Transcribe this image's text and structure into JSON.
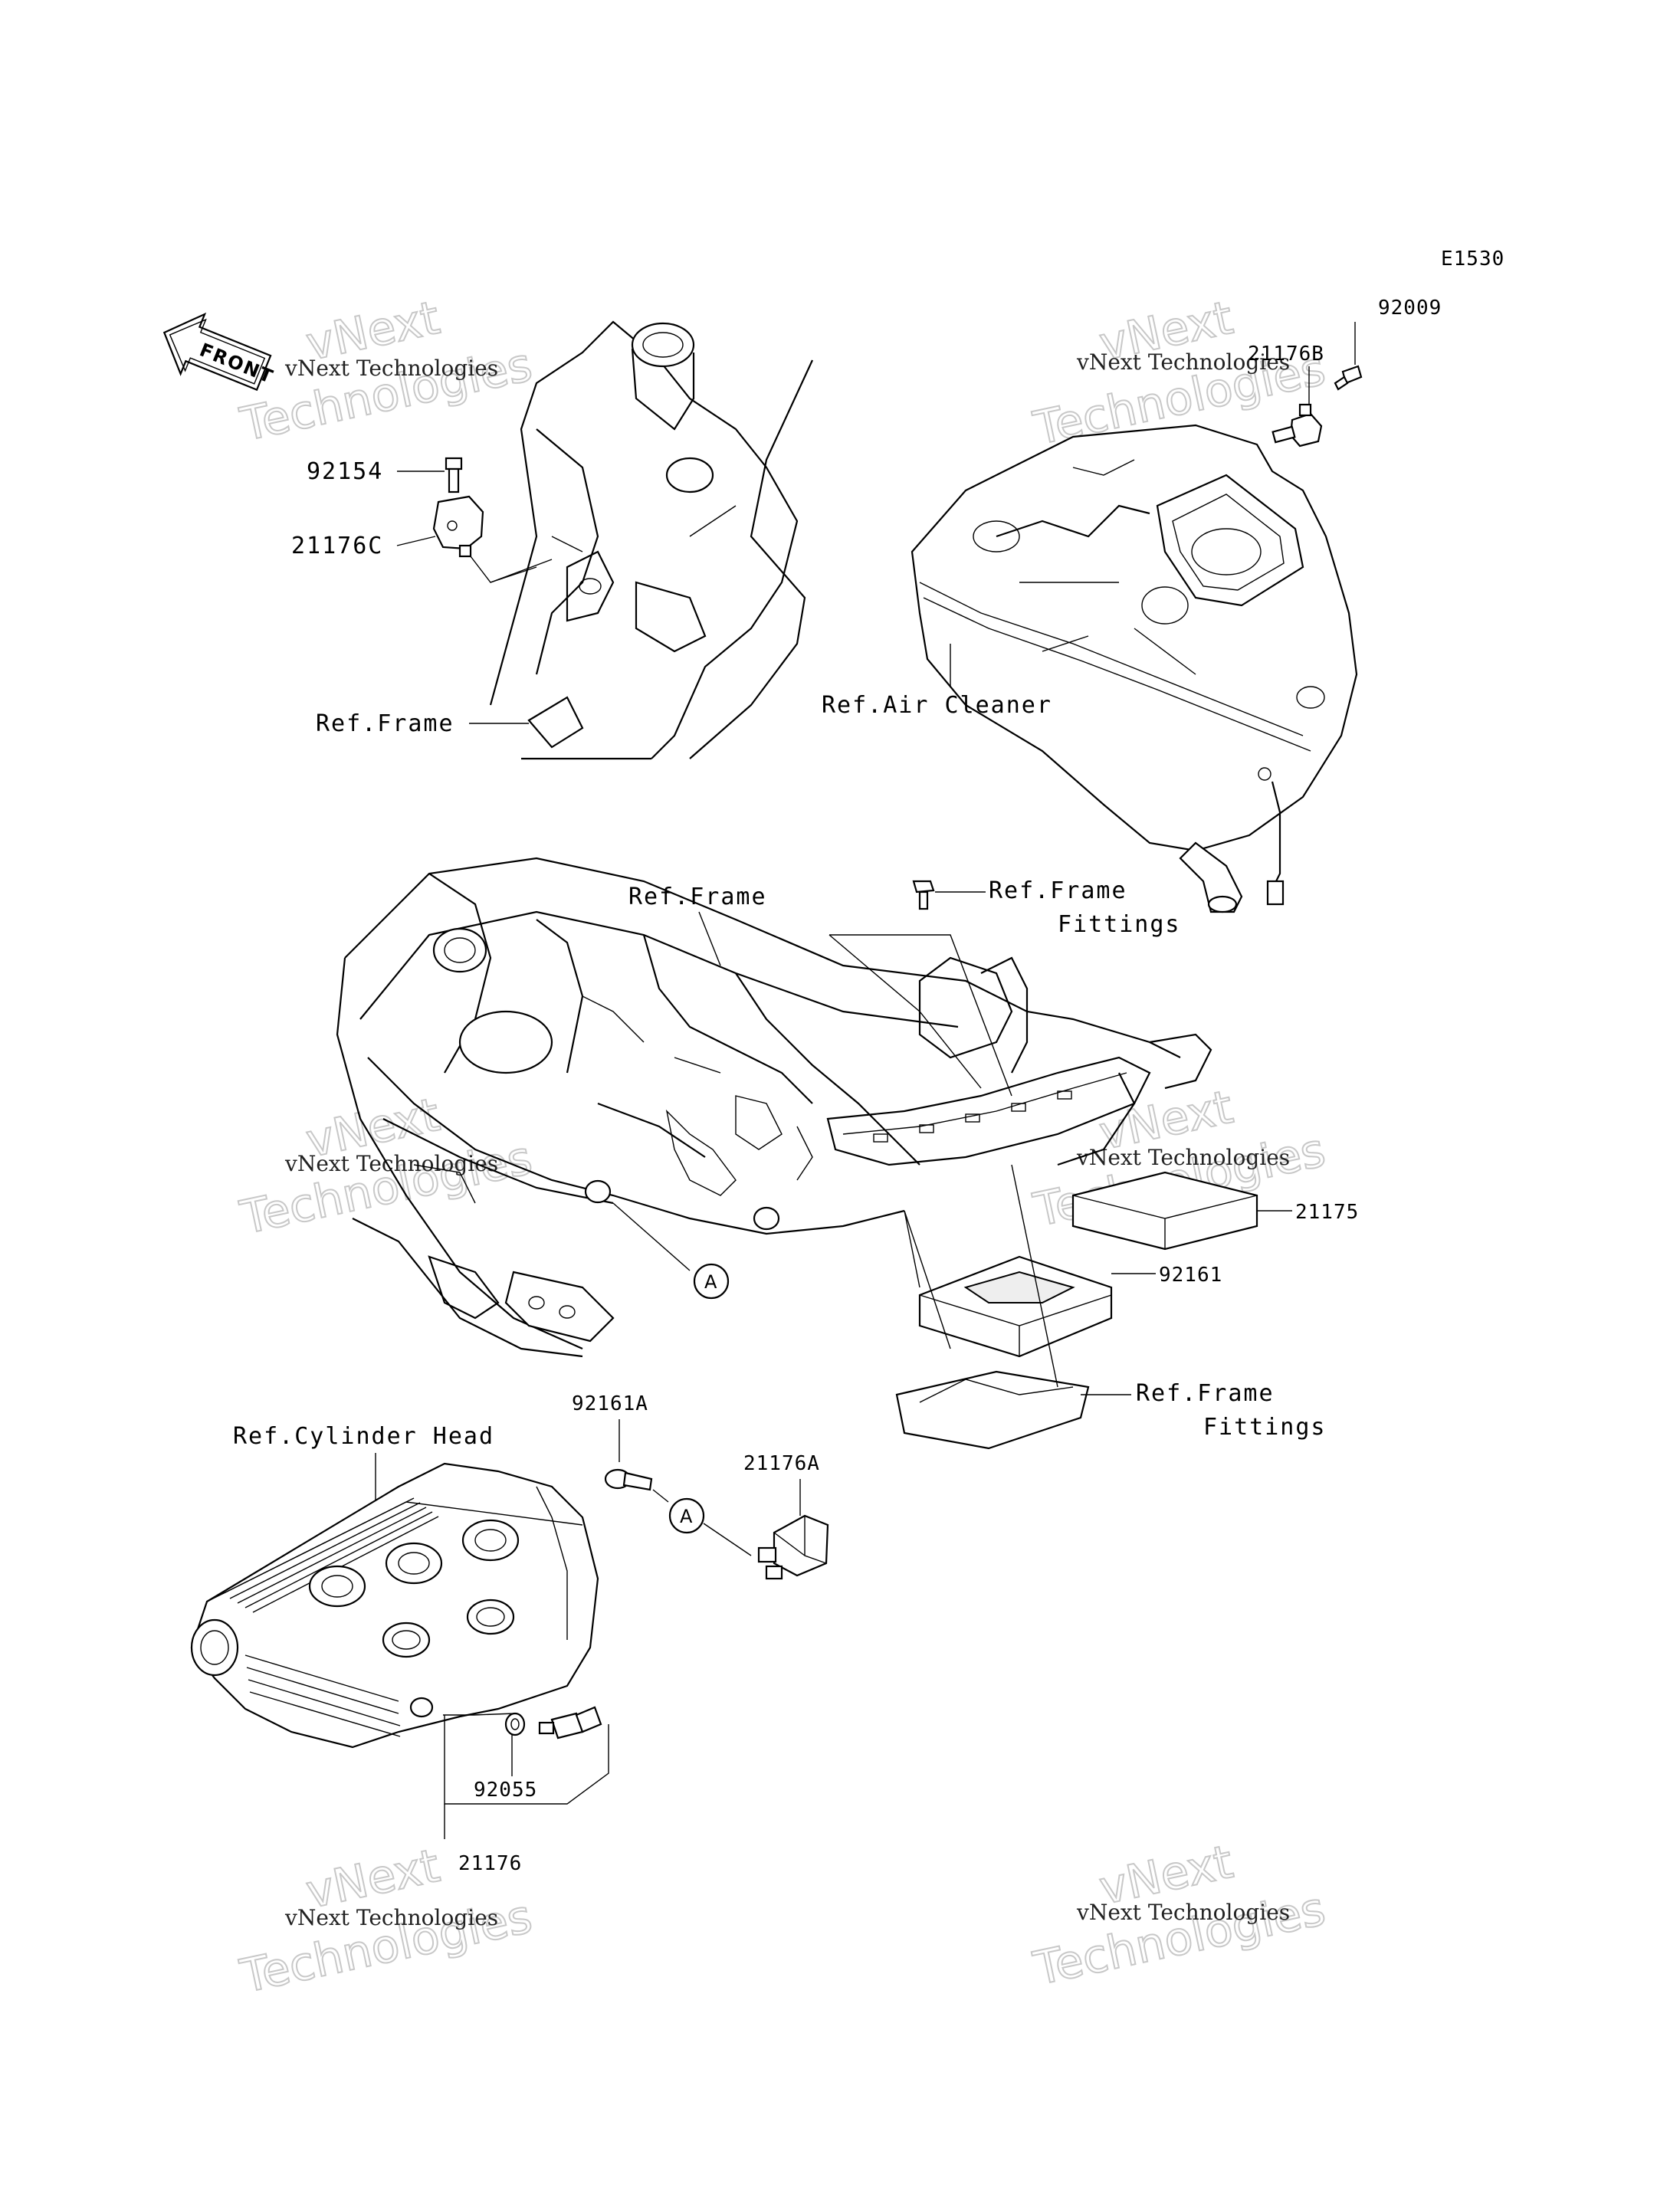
{
  "diagram_code": "E1530",
  "front_arrow_label": "FRONT",
  "callouts": {
    "p92009": "92009",
    "p21176B": "21176B",
    "p92154": "92154",
    "p21176C": "21176C",
    "p21175": "21175",
    "p92161": "92161",
    "p92161A": "92161A",
    "p21176A": "21176A",
    "p92055": "92055",
    "p21176": "21176",
    "marker_A1": "A",
    "marker_A2": "A"
  },
  "references": {
    "frame_top": "Ref.Frame",
    "air_cleaner": "Ref.Air Cleaner",
    "frame_center": "Ref.Frame",
    "frame_fittings_top_1": "Ref.Frame",
    "frame_fittings_top_2": "Fittings",
    "frame_fittings_bottom_1": "Ref.Frame",
    "frame_fittings_bottom_2": "Fittings",
    "cylinder_head": "Ref.Cylinder Head"
  },
  "watermark": {
    "line1": "vNext Technologies",
    "line2": "Technologies",
    "line3": "vNext"
  }
}
